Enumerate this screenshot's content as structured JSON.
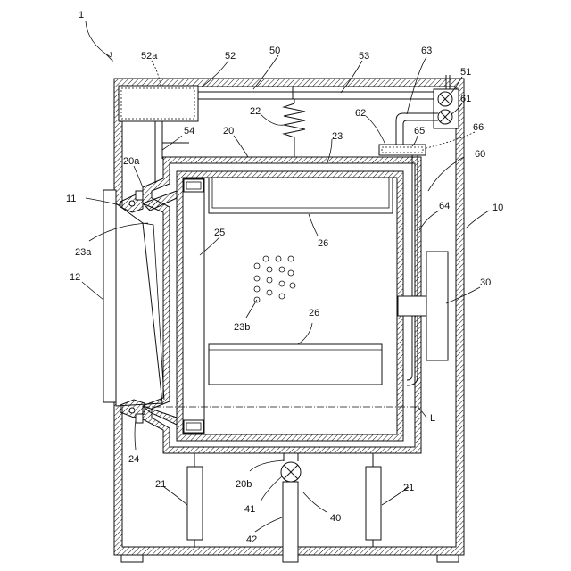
{
  "labels": {
    "n1": "1",
    "n52a": "52a",
    "n52": "52",
    "n50": "50",
    "n53": "53",
    "n63": "63",
    "n51": "51",
    "n61": "61",
    "n22": "22",
    "n62": "62",
    "n65": "65",
    "n66": "66",
    "n54": "54",
    "n20": "20",
    "n23": "23",
    "n20a": "20a",
    "n60": "60",
    "n11": "11",
    "n64": "64",
    "n10": "10",
    "n23a": "23a",
    "n26top": "26",
    "n25": "25",
    "n12": "12",
    "n30": "30",
    "n23b": "23b",
    "n26bot": "26",
    "nL": "L",
    "n24": "24",
    "n20b": "20b",
    "n21left": "21",
    "n21right": "21",
    "n41": "41",
    "n40": "40",
    "n42": "42"
  }
}
